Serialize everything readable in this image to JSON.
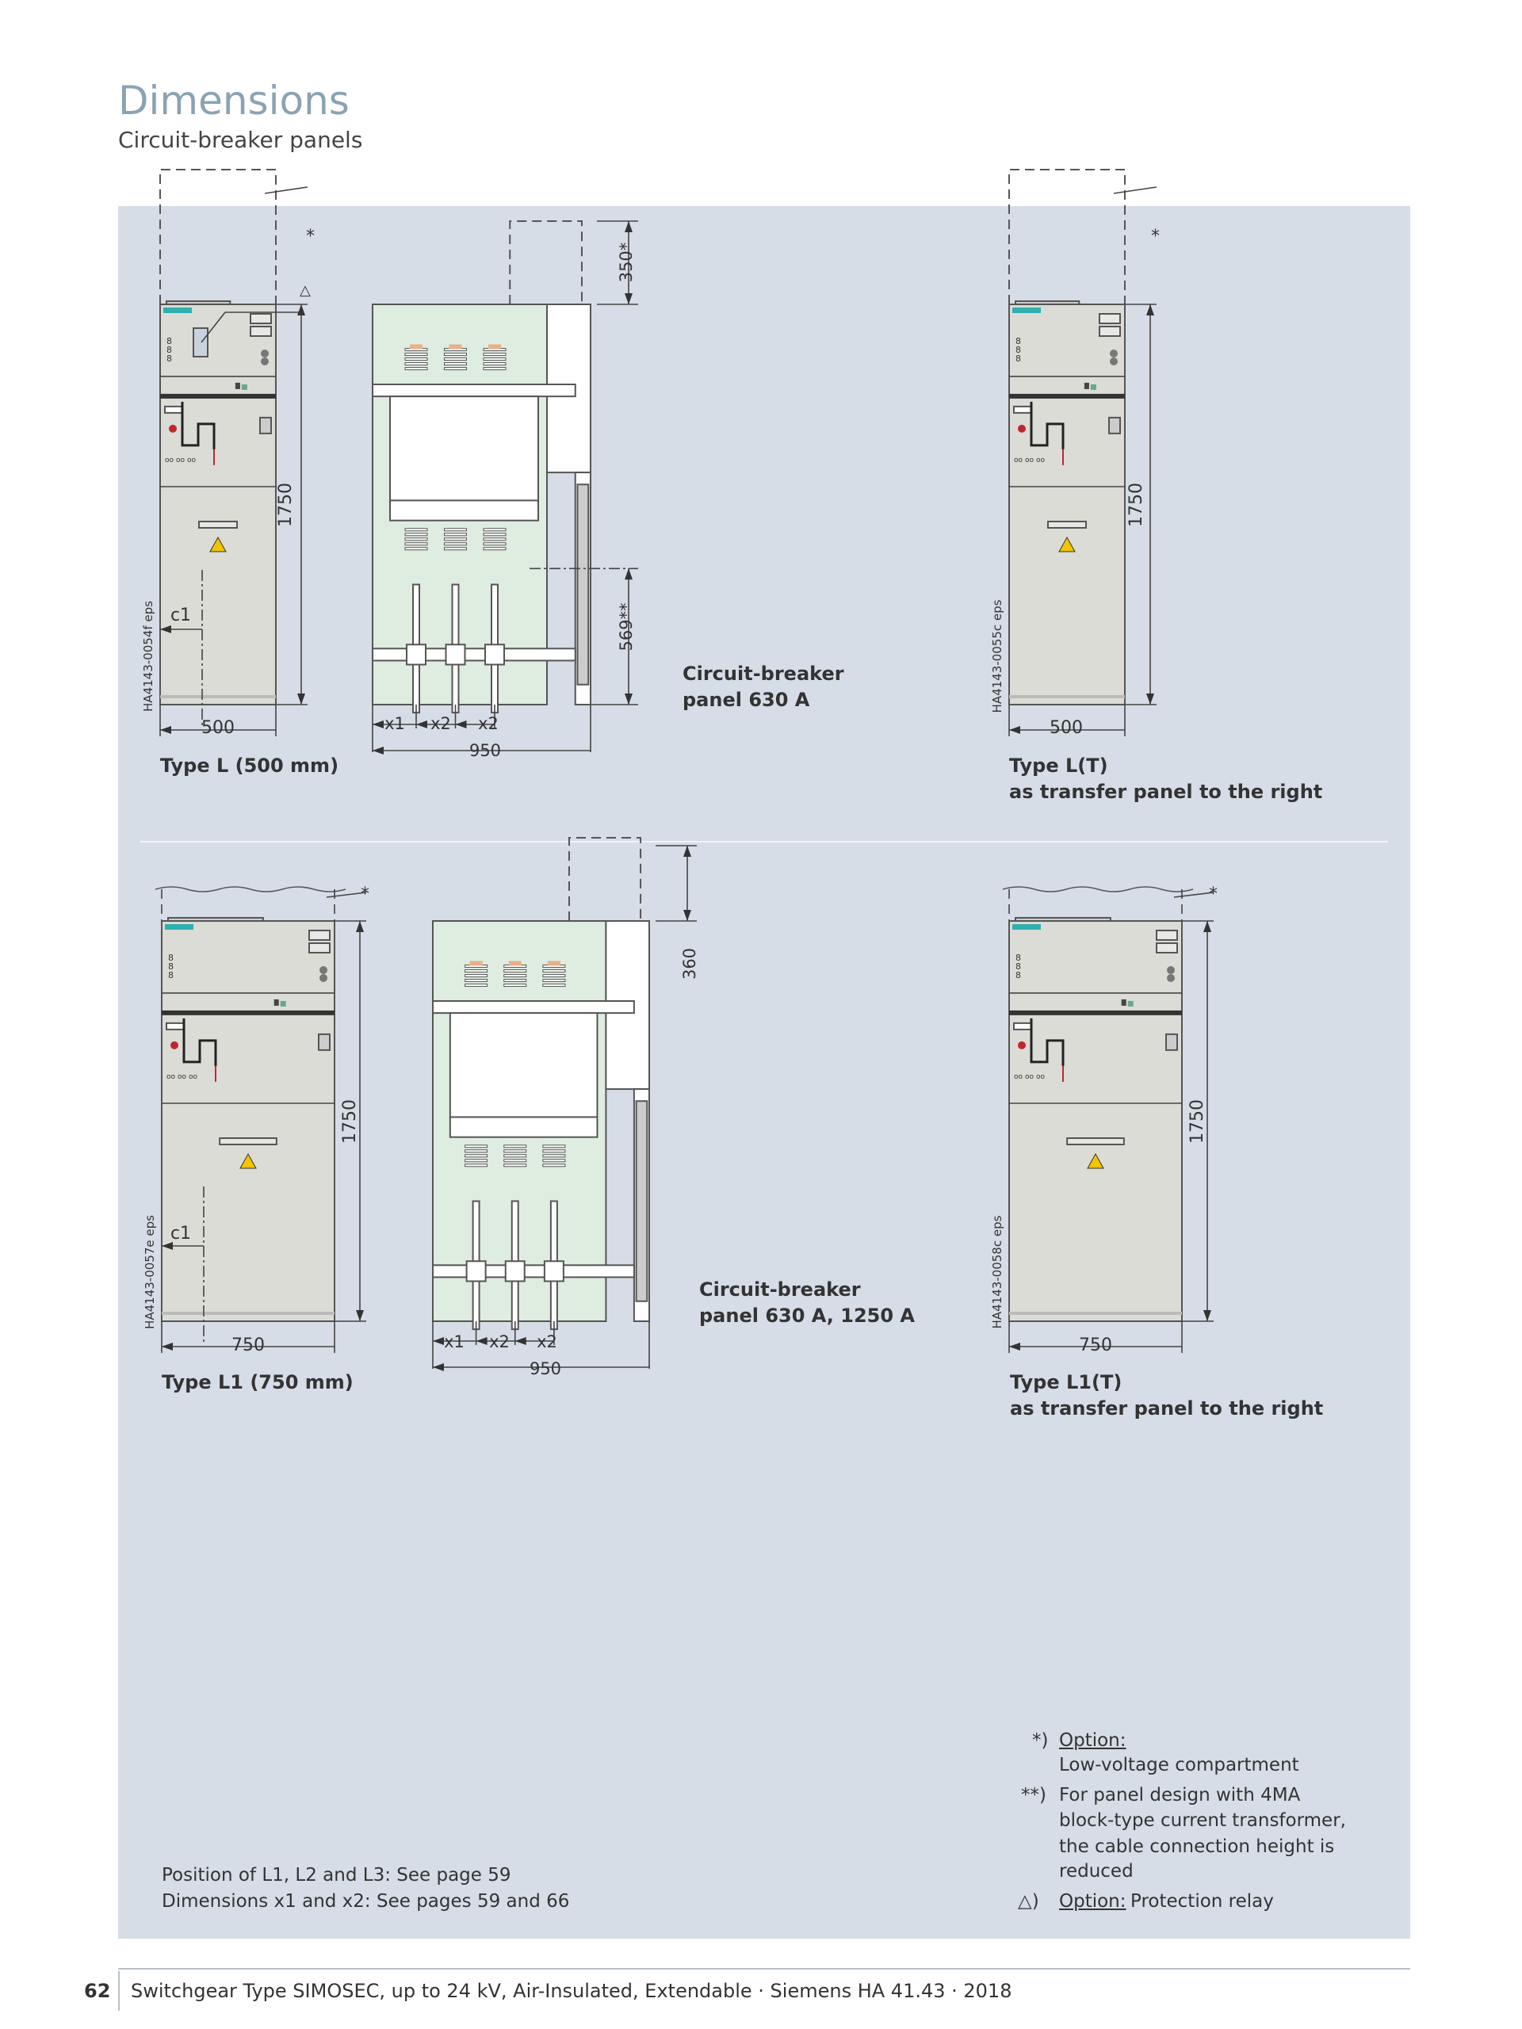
{
  "header": {
    "title": "Dimensions",
    "subtitle": "Circuit-breaker panels"
  },
  "top_row": {
    "type_l": {
      "caption": "Type L (500 mm)",
      "height": "1750",
      "width": "500",
      "c1": "c1",
      "file_id": "HA4143-0054f eps"
    },
    "side": {
      "x1": "x1",
      "x2a": "x2",
      "x2b": "x2",
      "depth": "950",
      "lv_height": "350*",
      "cable_height": "569**",
      "caption_line1": "Circuit-breaker",
      "caption_line2": "panel 630 A"
    },
    "type_lt": {
      "caption_line1": "Type L(T)",
      "caption_line2": "as transfer panel to the right",
      "height": "1750",
      "width": "500",
      "file_id": "HA4143-0055c eps"
    }
  },
  "bottom_row": {
    "type_l1": {
      "caption": "Type L1 (750 mm)",
      "height": "1750",
      "width": "750",
      "c1": "c1",
      "file_id": "HA4143-0057e eps"
    },
    "side": {
      "x1": "x1",
      "x2a": "x2",
      "x2b": "x2",
      "depth": "950",
      "lv_height": "360",
      "caption_line1": "Circuit-breaker",
      "caption_line2": "panel 630 A, 1250 A"
    },
    "type_l1t": {
      "caption_line1": "Type L1(T)",
      "caption_line2": "as transfer panel to the right",
      "height": "1750",
      "width": "750",
      "file_id": "HA4143-0058c eps"
    }
  },
  "markers": {
    "star": "*",
    "triangle": "△"
  },
  "notes": {
    "line1": "Position of L1, L2 and L3: See page 59",
    "line2": "Dimensions x1 and x2: See pages 59 and 66"
  },
  "footnotes": [
    {
      "marker": "*)",
      "label": "Option:",
      "lines": [
        "Low-voltage compartment"
      ]
    },
    {
      "marker": "**)",
      "label": "",
      "lines": [
        "For panel design with 4MA",
        "block-type current transformer,",
        "the cable connection height is",
        "reduced"
      ]
    },
    {
      "marker": "△)",
      "label": "Option:",
      "text": "Protection relay"
    }
  ],
  "footer": {
    "page_number": "62",
    "text": "Switchgear Type SIMOSEC, up to 24 kV, Air-Insulated, Extendable · Siemens HA 41.43 · 2018"
  },
  "colors": {
    "background_panel": "#d6dde6",
    "title": "#8aa3b3",
    "panel_body": "#dcdcd6",
    "side_view": "#dfece0",
    "siemens_teal": "#2fb0b0",
    "warning": "#f5c400",
    "indicator_red": "#c0282d"
  }
}
